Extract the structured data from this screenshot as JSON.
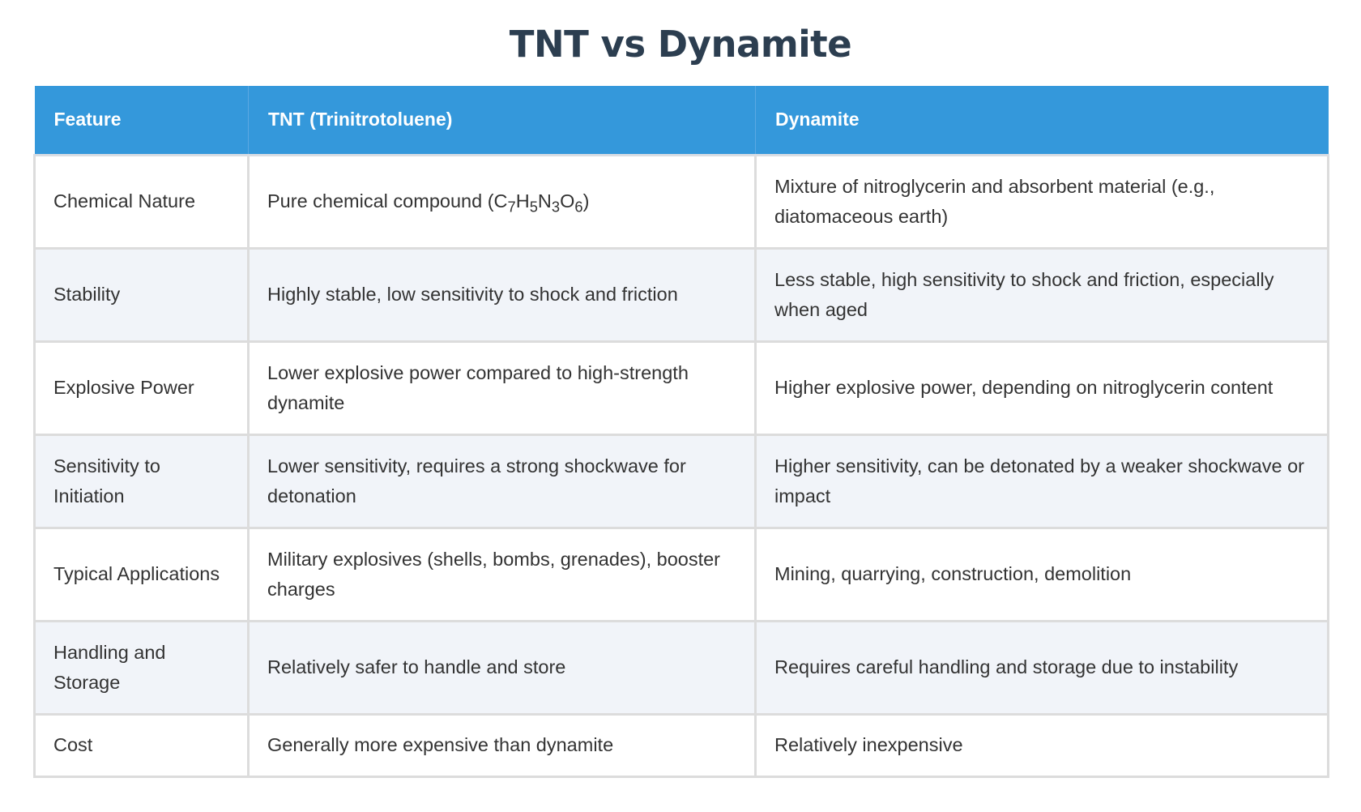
{
  "title": "TNT vs Dynamite",
  "table": {
    "headers": [
      "Feature",
      "TNT (Trinitrotoluene)",
      "Dynamite"
    ],
    "rows": [
      {
        "feature": "Chemical Nature",
        "tnt": "Pure chemical compound (",
        "tnt_formula": [
          {
            "el": "C",
            "n": "7"
          },
          {
            "el": "H",
            "n": "5"
          },
          {
            "el": "N",
            "n": "3"
          },
          {
            "el": "O",
            "n": "6"
          }
        ],
        "tnt_suffix": ")",
        "dynamite": "Mixture of nitroglycerin and absorbent material (e.g., diatomaceous earth)"
      },
      {
        "feature": "Stability",
        "tnt": "Highly stable, low sensitivity to shock and friction",
        "dynamite": "Less stable, high sensitivity to shock and friction, especially when aged"
      },
      {
        "feature": "Explosive Power",
        "tnt": "Lower explosive power compared to high-strength dynamite",
        "dynamite": "Higher explosive power, depending on nitroglycerin content"
      },
      {
        "feature": "Sensitivity to Initiation",
        "tnt": "Lower sensitivity, requires a strong shockwave for detonation",
        "dynamite": "Higher sensitivity, can be detonated by a weaker shockwave or impact"
      },
      {
        "feature": "Typical Applications",
        "tnt": "Military explosives (shells, bombs, grenades), booster charges",
        "dynamite": "Mining, quarrying, construction, demolition"
      },
      {
        "feature": "Handling and Storage",
        "tnt": "Relatively safer to handle and store",
        "dynamite": "Requires careful handling and storage due to instability"
      },
      {
        "feature": "Cost",
        "tnt": "Generally more expensive than dynamite",
        "dynamite": "Relatively inexpensive"
      }
    ]
  },
  "colors": {
    "header_bg": "#3498db",
    "header_text": "#ffffff",
    "title": "#2c3e50",
    "stripe": "#f1f4f9",
    "border": "#dcdcdc",
    "text": "#333333"
  }
}
